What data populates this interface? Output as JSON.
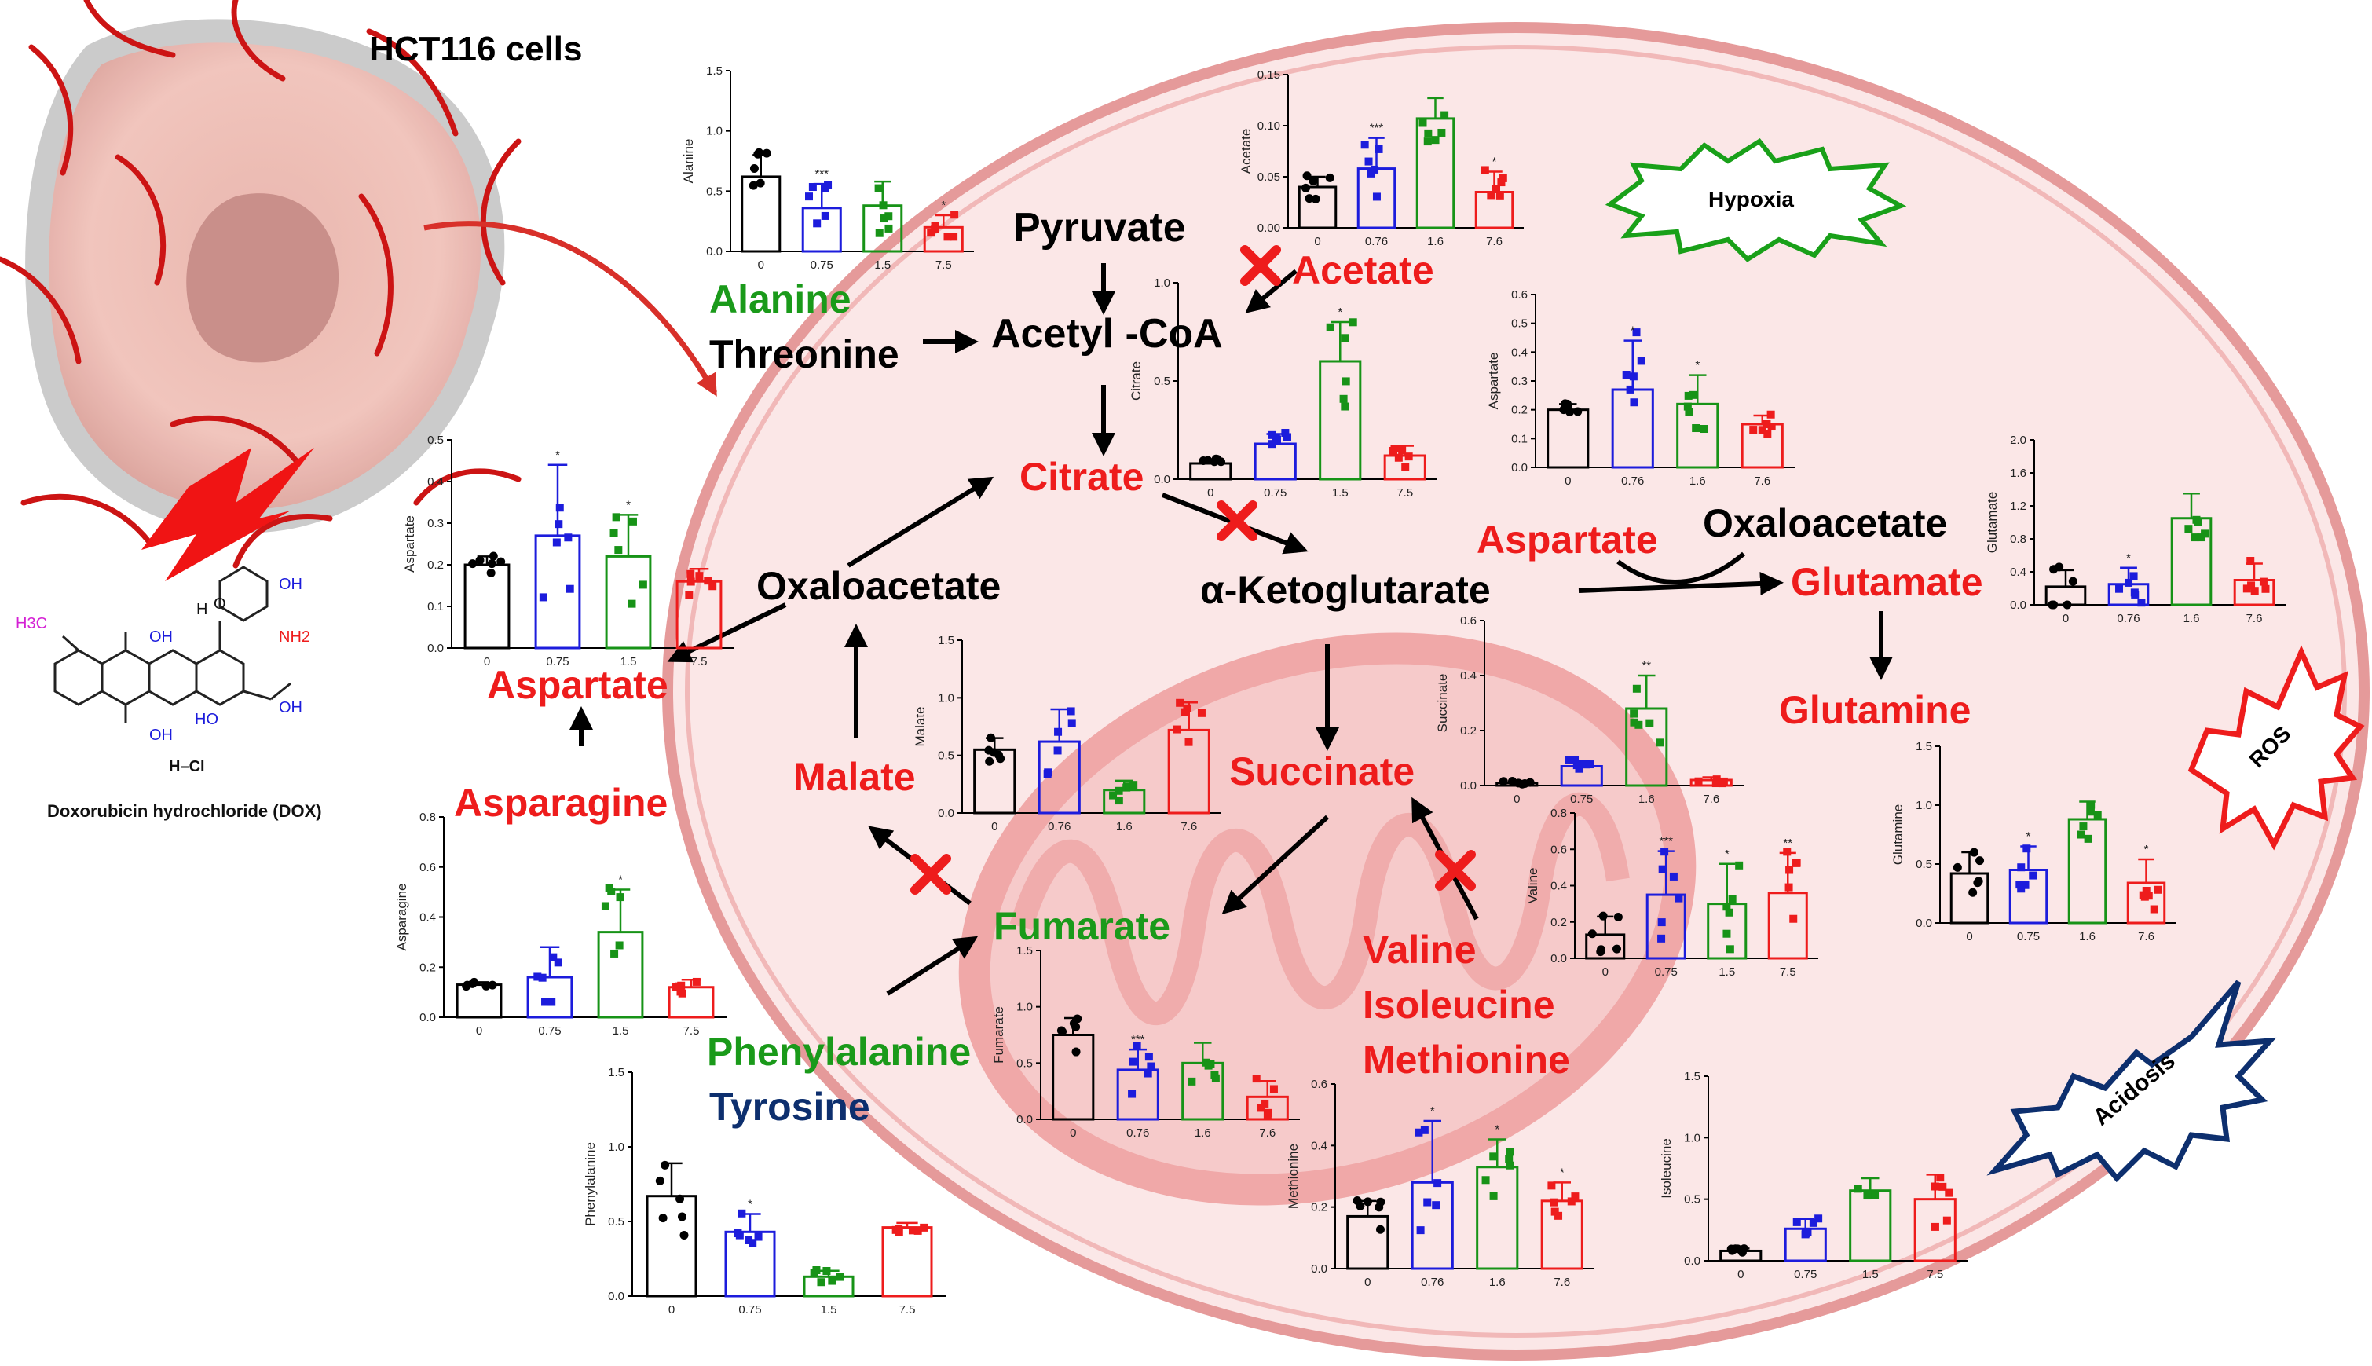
{
  "colors": {
    "red": "#ee1c1c",
    "green": "#1a9a1a",
    "black": "#000000",
    "navy": "#0d2f6e",
    "cell": "#f7d7d7",
    "cellEdge": "#e58e8e",
    "ctrl": "#000000",
    "d075": "#1c1cdc",
    "d15": "#179317",
    "d75": "#ee1c1c"
  },
  "texts": {
    "cells_title": "HCT116 cells",
    "dox_name": "Doxorubicin hydrochloride (DOX)",
    "dox_hcl": "H–Cl",
    "dox_h3c": "H3C",
    "dox_oh": "OH",
    "dox_nh2": "NH2",
    "dox_ho": "HO",
    "dox_o": "O",
    "dox_h": "H",
    "hypoxia": "Hypoxia",
    "ros": "ROS",
    "acidosis": "Acidosis"
  },
  "pathway": {
    "pyruvate": "Pyruvate",
    "acetyl_coa": "Acetyl -CoA",
    "acetate": "Acetate",
    "alanine": "Alanine",
    "threonine": "Threonine",
    "citrate": "Citrate",
    "oxaloacetate_left": "Oxaloacetate",
    "aspartate_left": "Aspartate",
    "asparagine": "Asparagine",
    "malate": "Malate",
    "alpha_kg": "α-Ketoglutarate",
    "aspartate_right": "Aspartate",
    "oxaloacetate_right": "Oxaloacetate",
    "glutamate": "Glutamate",
    "glutamine": "Glutamine",
    "succinate": "Succinate",
    "fumarate": "Fumarate",
    "phenylalanine": "Phenylalanine",
    "tyrosine": "Tyrosine",
    "valine": "Valine",
    "isoleucine": "Isoleucine",
    "methionine": "Methionine"
  },
  "chart_data": [
    {
      "type": "bar",
      "ylabel": "Alanine",
      "categories": [
        "0",
        "0.75",
        "1.5",
        "7.5"
      ],
      "yticks": [
        "0.0",
        "0.5",
        "1.0",
        "1.5"
      ],
      "ylim": [
        0,
        1.5
      ],
      "values": [
        0.62,
        0.36,
        0.38,
        0.2
      ],
      "errors": [
        0.18,
        0.2,
        0.2,
        0.1
      ],
      "stars": [
        "",
        "***",
        "",
        "*"
      ]
    },
    {
      "type": "bar",
      "ylabel": "Acetate",
      "categories": [
        "0",
        "0.76",
        "1.6",
        "7.6"
      ],
      "yticks": [
        "0.00",
        "0.05",
        "0.10",
        "0.15"
      ],
      "ylim": [
        0,
        0.15
      ],
      "values": [
        0.04,
        0.058,
        0.107,
        0.035
      ],
      "errors": [
        0.01,
        0.03,
        0.02,
        0.02
      ],
      "stars": [
        "",
        "***",
        "",
        "*"
      ]
    },
    {
      "type": "bar",
      "ylabel": "Citrate",
      "categories": [
        "0",
        "0.75",
        "1.5",
        "7.5"
      ],
      "yticks": [
        "0.0",
        "0.5",
        "1.0"
      ],
      "ylim": [
        0,
        1.0
      ],
      "values": [
        0.08,
        0.18,
        0.6,
        0.12
      ],
      "errors": [
        0.02,
        0.05,
        0.2,
        0.05
      ],
      "stars": [
        "",
        "",
        "*",
        ""
      ]
    },
    {
      "type": "bar",
      "ylabel": "Aspartate",
      "categories": [
        "0",
        "0.76",
        "1.6",
        "7.6"
      ],
      "yticks": [
        "0.0",
        "0.1",
        "0.2",
        "0.3",
        "0.4",
        "0.5",
        "0.6"
      ],
      "ylim": [
        0,
        0.6
      ],
      "values": [
        0.2,
        0.27,
        0.22,
        0.15
      ],
      "errors": [
        0.02,
        0.17,
        0.1,
        0.03
      ],
      "stars": [
        "",
        "*",
        "*",
        ""
      ]
    },
    {
      "type": "bar",
      "ylabel": "Glutamate",
      "categories": [
        "0",
        "0.76",
        "1.6",
        "7.6"
      ],
      "yticks": [
        "0.0",
        "0.4",
        "0.8",
        "1.2",
        "1.6",
        "2.0"
      ],
      "ylim": [
        0,
        2.0
      ],
      "values": [
        0.22,
        0.25,
        1.05,
        0.3
      ],
      "errors": [
        0.2,
        0.2,
        0.3,
        0.2
      ],
      "stars": [
        "",
        "*",
        "",
        ""
      ]
    },
    {
      "type": "bar",
      "ylabel": "Aspartate",
      "categories": [
        "0",
        "0.75",
        "1.5",
        "7.5"
      ],
      "yticks": [
        "0.0",
        "0.1",
        "0.2",
        "0.3",
        "0.4",
        "0.5"
      ],
      "ylim": [
        0,
        0.5
      ],
      "values": [
        0.2,
        0.27,
        0.22,
        0.16
      ],
      "errors": [
        0.02,
        0.17,
        0.1,
        0.03
      ],
      "stars": [
        "",
        "*",
        "*",
        ""
      ]
    },
    {
      "type": "bar",
      "ylabel": "Malate",
      "categories": [
        "0",
        "0.76",
        "1.6",
        "7.6"
      ],
      "yticks": [
        "0.0",
        "0.5",
        "1.0",
        "1.5"
      ],
      "ylim": [
        0,
        1.5
      ],
      "values": [
        0.55,
        0.62,
        0.2,
        0.72
      ],
      "errors": [
        0.1,
        0.28,
        0.08,
        0.24
      ],
      "stars": [
        "",
        "",
        "",
        ""
      ]
    },
    {
      "type": "bar",
      "ylabel": "Succinate",
      "categories": [
        "0",
        "0.75",
        "1.6",
        "7.6"
      ],
      "yticks": [
        "0.0",
        "0.2",
        "0.4",
        "0.6"
      ],
      "ylim": [
        0,
        0.6
      ],
      "values": [
        0.01,
        0.07,
        0.28,
        0.02
      ],
      "errors": [
        0.005,
        0.02,
        0.12,
        0.01
      ],
      "stars": [
        "",
        "",
        "**",
        ""
      ]
    },
    {
      "type": "bar",
      "ylabel": "Glutamine",
      "categories": [
        "0",
        "0.75",
        "1.6",
        "7.6"
      ],
      "yticks": [
        "0.0",
        "0.5",
        "1.0",
        "1.5"
      ],
      "ylim": [
        0,
        1.5
      ],
      "values": [
        0.42,
        0.45,
        0.88,
        0.34
      ],
      "errors": [
        0.18,
        0.2,
        0.15,
        0.2
      ],
      "stars": [
        "",
        "*",
        "",
        "*"
      ]
    },
    {
      "type": "bar",
      "ylabel": "Asparagine",
      "categories": [
        "0",
        "0.75",
        "1.5",
        "7.5"
      ],
      "yticks": [
        "0.0",
        "0.2",
        "0.4",
        "0.6",
        "0.8"
      ],
      "ylim": [
        0,
        0.8
      ],
      "values": [
        0.13,
        0.16,
        0.34,
        0.12
      ],
      "errors": [
        0.01,
        0.12,
        0.17,
        0.03
      ],
      "stars": [
        "",
        "",
        "*",
        ""
      ]
    },
    {
      "type": "bar",
      "ylabel": "Valine",
      "categories": [
        "0",
        "0.75",
        "1.5",
        "7.5"
      ],
      "yticks": [
        "0.0",
        "0.2",
        "0.4",
        "0.6",
        "0.8"
      ],
      "ylim": [
        0,
        0.8
      ],
      "values": [
        0.13,
        0.35,
        0.3,
        0.36
      ],
      "errors": [
        0.1,
        0.24,
        0.22,
        0.22
      ],
      "stars": [
        "",
        "***",
        "*",
        "**"
      ]
    },
    {
      "type": "bar",
      "ylabel": "Fumarate",
      "categories": [
        "0",
        "0.76",
        "1.6",
        "7.6"
      ],
      "yticks": [
        "0.0",
        "0.5",
        "1.0",
        "1.5"
      ],
      "ylim": [
        0,
        1.5
      ],
      "values": [
        0.75,
        0.44,
        0.5,
        0.2
      ],
      "errors": [
        0.15,
        0.18,
        0.18,
        0.14
      ],
      "stars": [
        "",
        "***",
        "",
        ""
      ]
    },
    {
      "type": "bar",
      "ylabel": "Phenylalanine",
      "categories": [
        "0",
        "0.75",
        "1.5",
        "7.5"
      ],
      "yticks": [
        "0.0",
        "0.5",
        "1.0",
        "1.5"
      ],
      "ylim": [
        0,
        1.5
      ],
      "values": [
        0.67,
        0.43,
        0.13,
        0.46
      ],
      "errors": [
        0.22,
        0.12,
        0.04,
        0.03
      ],
      "stars": [
        "",
        "*",
        "",
        ""
      ]
    },
    {
      "type": "bar",
      "ylabel": "Methionine",
      "categories": [
        "0",
        "0.76",
        "1.6",
        "7.6"
      ],
      "yticks": [
        "0.0",
        "0.2",
        "0.4",
        "0.6"
      ],
      "ylim": [
        0,
        0.6
      ],
      "values": [
        0.17,
        0.28,
        0.33,
        0.22
      ],
      "errors": [
        0.05,
        0.2,
        0.09,
        0.06
      ],
      "stars": [
        "",
        "*",
        "*",
        "*"
      ]
    },
    {
      "type": "bar",
      "ylabel": "Isoleucine",
      "categories": [
        "0",
        "0.75",
        "1.5",
        "7.5"
      ],
      "yticks": [
        "0.0",
        "0.5",
        "1.0",
        "1.5"
      ],
      "ylim": [
        0,
        1.5
      ],
      "values": [
        0.08,
        0.26,
        0.57,
        0.5
      ],
      "errors": [
        0.02,
        0.08,
        0.1,
        0.2
      ],
      "stars": [
        "",
        "",
        "",
        ""
      ]
    }
  ]
}
